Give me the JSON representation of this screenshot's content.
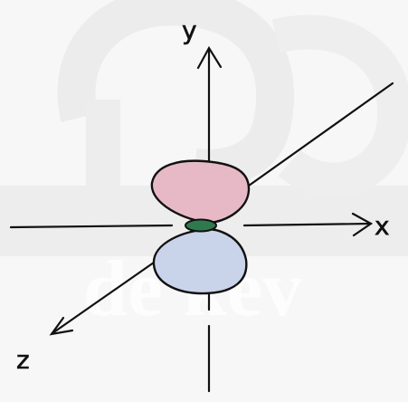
{
  "diagram": {
    "axes": {
      "y_label": "y",
      "x_label": "x",
      "z_label": "z"
    },
    "watermark": {
      "text": "de kev"
    },
    "lobes": {
      "upper_color": "#e7b9c7",
      "lower_color": "#c9d4ea",
      "nucleus_color": "#2f7a4d"
    }
  }
}
